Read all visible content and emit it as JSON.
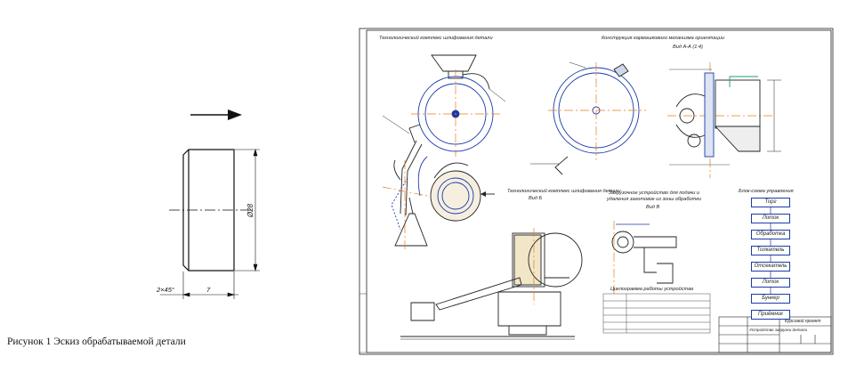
{
  "sketch": {
    "caption": "Рисунок 1 Эскиз обрабатываемой детали",
    "dim_diameter": "Ø28",
    "dim_chamfer": "2×45°",
    "dim_length": "7"
  },
  "sheet": {
    "view_titles": {
      "tech_complex_top": "Технологический комплекс шлифования детали",
      "tube_mechanism": "Конструкция кармашкового механизма ориентации",
      "section_view": "Вид А-А  (1:4)",
      "tech_complex_side": "Технологический комплекс шлифования детали",
      "tech_complex_side_sub": "Вид Б",
      "loading_device": "Загрузочное устройство для подачи и удаления заготовок из зоны обработки",
      "loading_device_sub": "Вид В",
      "cyclogram": "Циклограмма работы устройства",
      "control_scheme": "Блок-схема управления"
    },
    "flowchart_steps": [
      "Торг",
      "Лоток",
      "Обработка",
      "Толкатель",
      "Отсекатель",
      "Лоток",
      "Бункер",
      "Приёмник"
    ],
    "title_block": {
      "doc_title": "Курсовой проект",
      "subtitle": "Устройство загрузки детали"
    }
  }
}
